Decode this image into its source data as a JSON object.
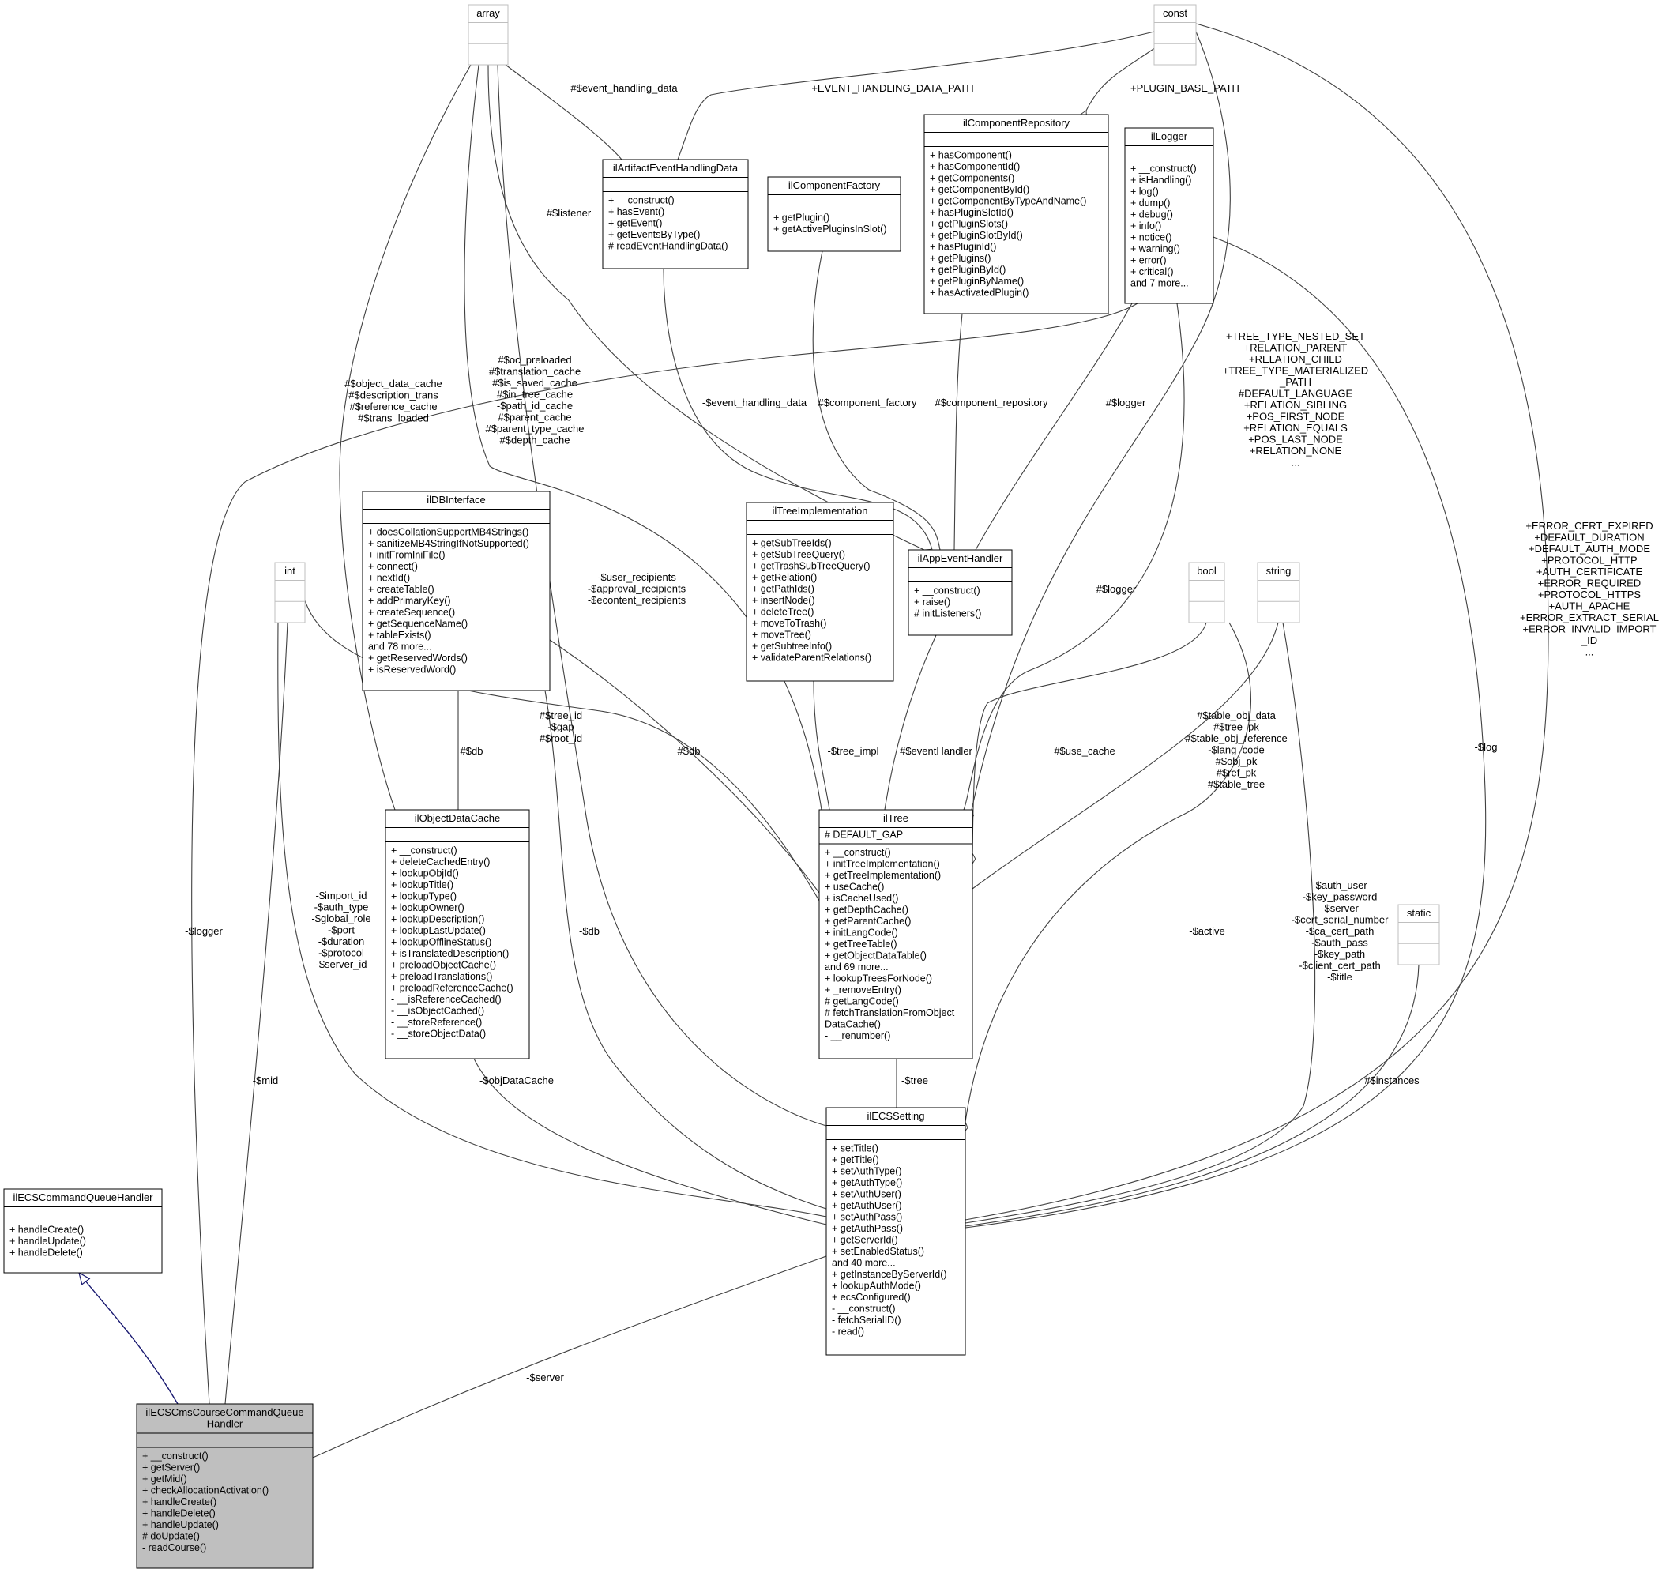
{
  "classes": [
    {
      "id": "array",
      "title": "array",
      "primitive": true,
      "members": []
    },
    {
      "id": "const",
      "title": "const",
      "primitive": true,
      "members": []
    },
    {
      "id": "int",
      "title": "int",
      "primitive": true,
      "members": []
    },
    {
      "id": "bool",
      "title": "bool",
      "primitive": true,
      "members": []
    },
    {
      "id": "string",
      "title": "string",
      "primitive": true,
      "members": []
    },
    {
      "id": "static",
      "title": "static",
      "primitive": true,
      "members": []
    },
    {
      "id": "ilArtifactEventHandlingData",
      "title": "ilArtifactEventHandlingData",
      "attrs": [],
      "members": [
        "+ __construct()",
        "+ hasEvent()",
        "+ getEvent()",
        "+ getEventsByType()",
        "# readEventHandlingData()"
      ]
    },
    {
      "id": "ilComponentFactory",
      "title": "ilComponentFactory",
      "attrs": [],
      "members": [
        "+ getPlugin()",
        "+ getActivePluginsInSlot()"
      ]
    },
    {
      "id": "ilComponentRepository",
      "title": "ilComponentRepository",
      "attrs": [],
      "members": [
        "+ hasComponent()",
        "+ hasComponentId()",
        "+ getComponents()",
        "+ getComponentById()",
        "+ getComponentByTypeAndName()",
        "+ hasPluginSlotId()",
        "+ getPluginSlots()",
        "+ getPluginSlotById()",
        "+ hasPluginId()",
        "+ getPlugins()",
        "+ getPluginById()",
        "+ getPluginByName()",
        "+ hasActivatedPlugin()"
      ]
    },
    {
      "id": "ilLogger",
      "title": "ilLogger",
      "attrs": [],
      "members": [
        "+ __construct()",
        "+ isHandling()",
        "+ log()",
        "+ dump()",
        "+ debug()",
        "+ info()",
        "+ notice()",
        "+ warning()",
        "+ error()",
        "+ critical()",
        "and 7 more..."
      ]
    },
    {
      "id": "ilAppEventHandler",
      "title": "ilAppEventHandler",
      "attrs": [],
      "members": [
        "+ __construct()",
        "+ raise()",
        "# initListeners()"
      ]
    },
    {
      "id": "ilTreeImplementation",
      "title": "ilTreeImplementation",
      "attrs": [],
      "members": [
        "+ getSubTreeIds()",
        "+ getSubTreeQuery()",
        "+ getTrashSubTreeQuery()",
        "+ getRelation()",
        "+ getPathIds()",
        "+ insertNode()",
        "+ deleteTree()",
        "+ moveToTrash()",
        "+ moveTree()",
        "+ getSubtreeInfo()",
        "+ validateParentRelations()"
      ]
    },
    {
      "id": "ilDBInterface",
      "title": "ilDBInterface",
      "attrs": [],
      "members": [
        "+ doesCollationSupportMB4Strings()",
        "+ sanitizeMB4StringIfNotSupported()",
        "+ initFromIniFile()",
        "+ connect()",
        "+ nextId()",
        "+ createTable()",
        "+ addPrimaryKey()",
        "+ createSequence()",
        "+ getSequenceName()",
        "+ tableExists()",
        "and 78 more...",
        "+ getReservedWords()",
        "+ isReservedWord()"
      ]
    },
    {
      "id": "ilObjectDataCache",
      "title": "ilObjectDataCache",
      "attrs": [],
      "members": [
        "+ __construct()",
        "+ deleteCachedEntry()",
        "+ lookupObjId()",
        "+ lookupTitle()",
        "+ lookupType()",
        "+ lookupOwner()",
        "+ lookupDescription()",
        "+ lookupLastUpdate()",
        "+ lookupOfflineStatus()",
        "+ isTranslatedDescription()",
        "+ preloadObjectCache()",
        "+ preloadTranslations()",
        "+ preloadReferenceCache()",
        "- __isReferenceCached()",
        "- __isObjectCached()",
        "- __storeReference()",
        "- __storeObjectData()"
      ]
    },
    {
      "id": "ilTree",
      "title": "ilTree",
      "attrs": [
        "# DEFAULT_GAP"
      ],
      "members": [
        "+ __construct()",
        "+ initTreeImplementation()",
        "+ getTreeImplementation()",
        "+ useCache()",
        "+ isCacheUsed()",
        "+ getDepthCache()",
        "+ getParentCache()",
        "+ initLangCode()",
        "+ getTreeTable()",
        "+ getObjectDataTable()",
        "and 69 more...",
        "+ lookupTreesForNode()",
        "+ _removeEntry()",
        "# getLangCode()",
        "# fetchTranslationFromObject",
        "DataCache()",
        "- __renumber()"
      ]
    },
    {
      "id": "ilECSSetting",
      "title": "ilECSSetting",
      "attrs": [],
      "members": [
        "+ setTitle()",
        "+ getTitle()",
        "+ setAuthType()",
        "+ getAuthType()",
        "+ setAuthUser()",
        "+ getAuthUser()",
        "+ setAuthPass()",
        "+ getAuthPass()",
        "+ getServerId()",
        "+ setEnabledStatus()",
        "and 40 more...",
        "+ getInstanceByServerId()",
        "+ lookupAuthMode()",
        "+ ecsConfigured()",
        "- __construct()",
        "- fetchSerialID()",
        "- read()"
      ]
    },
    {
      "id": "ilECSCommandQueueHandler",
      "title": "ilECSCommandQueueHandler",
      "attrs": [],
      "members": [
        "+ handleCreate()",
        "+ handleUpdate()",
        "+ handleDelete()"
      ]
    },
    {
      "id": "ilECSCmsCourseCommandQueueHandler",
      "title": [
        "ilECSCmsCourseCommandQueue",
        "Handler"
      ],
      "attrs": [],
      "members": [
        "+ __construct()",
        "+ getServer()",
        "+ getMid()",
        "+ checkAllocationActivation()",
        "+ handleCreate()",
        "+ handleDelete()",
        "+ handleUpdate()",
        "# doUpdate()",
        "- readCourse()"
      ]
    }
  ],
  "edges": [
    {
      "id": "e-array-artifact",
      "label": [
        "#$event_handling_data"
      ]
    },
    {
      "id": "e-const-artifact",
      "label": [
        "+EVENT_HANDLING_DATA_PATH"
      ]
    },
    {
      "id": "e-const-comprepo",
      "label": [
        "+PLUGIN_BASE_PATH"
      ]
    },
    {
      "id": "e-array-appevent",
      "label": [
        "#$listener"
      ]
    },
    {
      "id": "e-artifact-appevent",
      "label": [
        "-$event_handling_data"
      ]
    },
    {
      "id": "e-compfactory-appevent",
      "label": [
        "#$component_factory"
      ]
    },
    {
      "id": "e-comprepo-appevent",
      "label": [
        "#$component_repository"
      ]
    },
    {
      "id": "e-logger-appevent",
      "label": [
        "#$logger"
      ]
    },
    {
      "id": "e-array-objcache",
      "label": [
        "#$object_data_cache",
        "#$description_trans",
        "#$reference_cache",
        "#$trans_loaded"
      ]
    },
    {
      "id": "e-array-tree",
      "label": [
        "#$oc_preloaded",
        "#$translation_cache",
        "#$is_saved_cache",
        "#$in_tree_cache",
        "-$path_id_cache",
        "#$parent_cache",
        "#$parent_type_cache",
        "#$depth_cache"
      ]
    },
    {
      "id": "e-const-tree",
      "label": [
        "+TREE_TYPE_NESTED_SET",
        "+RELATION_PARENT",
        "+RELATION_CHILD",
        "+TREE_TYPE_MATERIALIZED",
        "_PATH",
        "#DEFAULT_LANGUAGE",
        "+RELATION_SIBLING",
        "+POS_FIRST_NODE",
        "+RELATION_EQUALS",
        "+POS_LAST_NODE",
        "+RELATION_NONE",
        "..."
      ]
    },
    {
      "id": "e-const-ecs",
      "label": [
        "+ERROR_CERT_EXPIRED",
        "+DEFAULT_DURATION",
        "+DEFAULT_AUTH_MODE",
        "+PROTOCOL_HTTP",
        "+AUTH_CERTIFICATE",
        "+ERROR_REQUIRED",
        "+PROTOCOL_HTTPS",
        "+AUTH_APACHE",
        "+ERROR_EXTRACT_SERIAL",
        "+ERROR_INVALID_IMPORT",
        "_ID",
        "..."
      ]
    },
    {
      "id": "e-array-ecs",
      "label": [
        "-$user_recipients",
        "-$approval_recipients",
        "-$econtent_recipients"
      ]
    },
    {
      "id": "e-logger-tree",
      "label": [
        "#$logger"
      ]
    },
    {
      "id": "e-db-objcache",
      "label": [
        "#$db"
      ]
    },
    {
      "id": "e-db-tree",
      "label": [
        "#$db"
      ]
    },
    {
      "id": "e-treeimpl-tree",
      "label": [
        "-$tree_impl"
      ]
    },
    {
      "id": "e-appevent-tree",
      "label": [
        "#$eventHandler"
      ]
    },
    {
      "id": "e-bool-tree",
      "label": [
        "#$use_cache"
      ]
    },
    {
      "id": "e-int-tree",
      "label": [
        "#$tree_id",
        "-$gap",
        "#$root_id"
      ]
    },
    {
      "id": "e-string-tree",
      "label": [
        "#$table_obj_data",
        "#$tree_pk",
        "#$table_obj_reference",
        "-$lang_code",
        "#$obj_pk",
        "#$ref_pk",
        "#$table_tree"
      ]
    },
    {
      "id": "e-logger-ecsqueue",
      "label": [
        "-$logger"
      ]
    },
    {
      "id": "e-int-ecs",
      "label": [
        "-$import_id",
        "-$auth_type",
        "-$global_role",
        "-$port",
        "-$duration",
        "-$protocol",
        "-$server_id"
      ]
    },
    {
      "id": "e-db-ecs",
      "label": [
        "-$db"
      ]
    },
    {
      "id": "e-objcache-ecs",
      "label": [
        "-$objDataCache"
      ]
    },
    {
      "id": "e-tree-ecs",
      "label": [
        "-$tree"
      ]
    },
    {
      "id": "e-bool-ecs",
      "label": [
        "-$active"
      ]
    },
    {
      "id": "e-string-ecs",
      "label": [
        "-$auth_user",
        "-$key_password",
        "-$server",
        "-$cert_serial_number",
        "-$ca_cert_path",
        "-$auth_pass",
        "-$key_path",
        "-$client_cert_path",
        "-$title"
      ]
    },
    {
      "id": "e-static-ecs",
      "label": [
        "#$instances"
      ]
    },
    {
      "id": "e-logger-ecs",
      "label": [
        "-$log"
      ]
    },
    {
      "id": "e-int-ecsqueue",
      "label": [
        "-$mid"
      ]
    },
    {
      "id": "e-ecs-ecsqueue",
      "label": [
        "-$server"
      ]
    },
    {
      "id": "e-inherit",
      "label": []
    }
  ],
  "colors": {
    "edge": "#404040",
    "inheritance": "#191970",
    "primitive_border": "#bfbfbf",
    "box_border": "#000000",
    "highlight_fill": "#bfbfbf"
  }
}
